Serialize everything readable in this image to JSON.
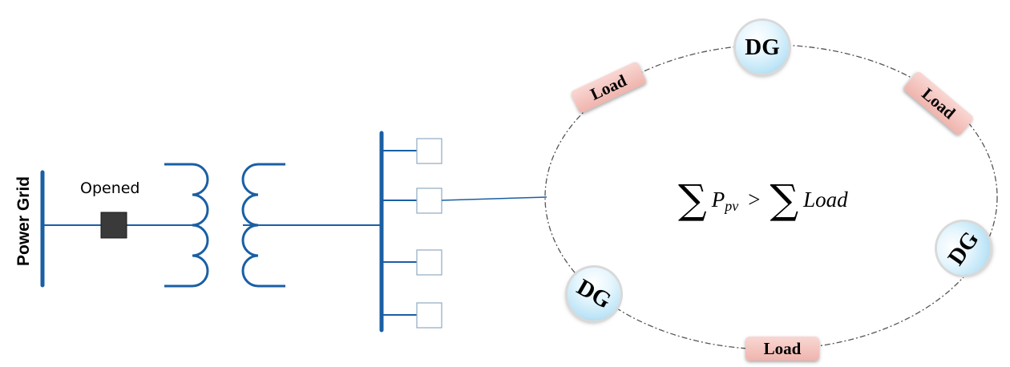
{
  "power_grid_label": "Power Grid",
  "breaker": {
    "label": "Opened"
  },
  "microgrid": {
    "dg_label": "DG",
    "load_label": "Load",
    "formula": {
      "symbol": "P",
      "subscript": "pv",
      "relation": ">",
      "rhs": "Load"
    }
  },
  "colors": {
    "line_blue": "#1a5fa4",
    "breaker_fill": "#3a3a3a",
    "dg_fill": "#bfe5f7",
    "load_fill": "#f2c0ba"
  }
}
